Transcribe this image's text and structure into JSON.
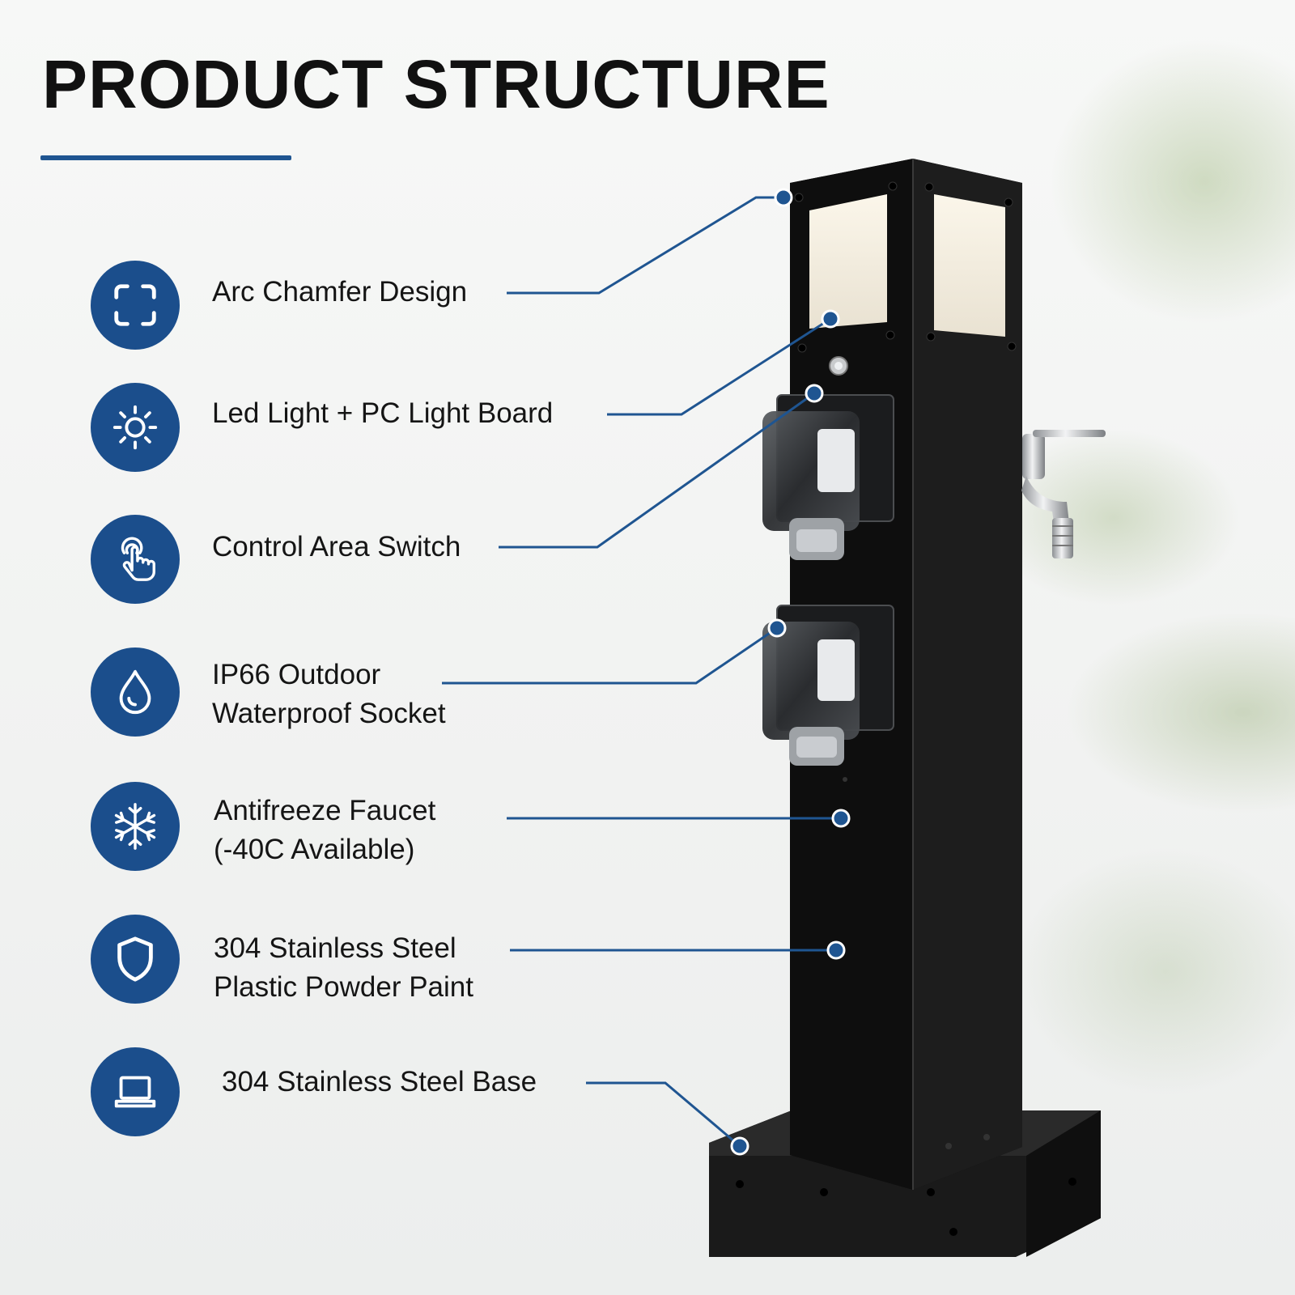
{
  "page": {
    "title": "PRODUCT STRUCTURE"
  },
  "colors": {
    "accent": "#1b4e8c",
    "title": "#111111",
    "product_body": "#141414"
  },
  "features": [
    {
      "icon": "frame-corners-icon",
      "lines": [
        "Arc Chamfer Design"
      ]
    },
    {
      "icon": "sun-icon",
      "lines": [
        "Led Light + PC Light Board"
      ]
    },
    {
      "icon": "touch-hand-icon",
      "lines": [
        "Control Area Switch"
      ]
    },
    {
      "icon": "water-drop-icon",
      "lines": [
        "IP66 Outdoor",
        "Waterproof Socket"
      ]
    },
    {
      "icon": "snowflake-icon",
      "lines": [
        "Antifreeze Faucet",
        "(-40C Available)"
      ]
    },
    {
      "icon": "shield-icon",
      "lines": [
        "304 Stainless Steel",
        "Plastic Powder Paint"
      ]
    },
    {
      "icon": "laptop-base-icon",
      "lines": [
        "304 Stainless Steel Base"
      ]
    }
  ]
}
